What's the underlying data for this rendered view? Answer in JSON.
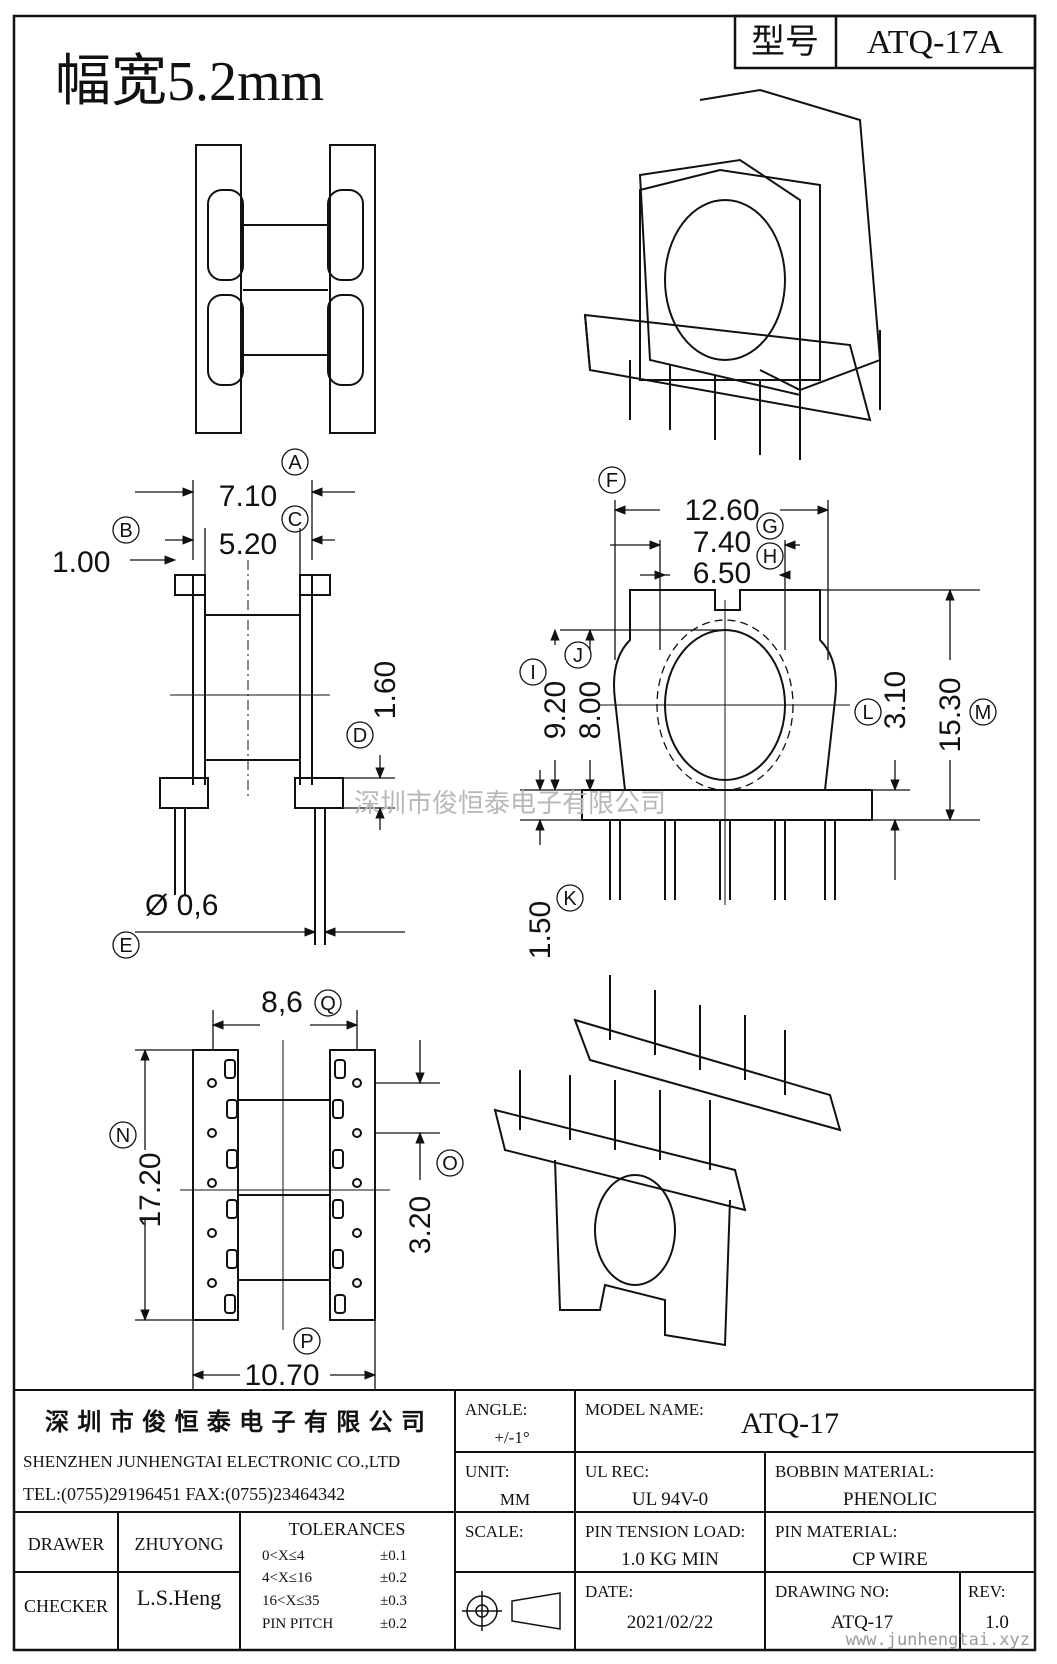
{
  "header": {
    "model_label": "型号",
    "model_value": "ATQ-17A",
    "width_note": "幅宽5.2mm"
  },
  "dimensions": {
    "side": {
      "d_7_10": "7.10",
      "d_5_20": "5.20",
      "d_1_00": "1.00",
      "d_1_60": "1.60",
      "d_pin": "Ø 0,6",
      "tag_A": "A",
      "tag_B": "B",
      "tag_C": "C",
      "tag_D": "D",
      "tag_E": "E"
    },
    "front": {
      "d_12_60": "12.60",
      "d_7_40": "7.40",
      "d_6_50": "6.50",
      "d_9_20": "9.20",
      "d_8_00": "8.00",
      "d_3_10": "3.10",
      "d_15_30": "15.30",
      "d_1_50": "1.50",
      "tag_F": "F",
      "tag_G": "G",
      "tag_H": "H",
      "tag_I": "I",
      "tag_J": "J",
      "tag_K": "K",
      "tag_L": "L",
      "tag_M": "M"
    },
    "bottom": {
      "d_8_6": "8,6",
      "d_17_20": "17.20",
      "d_3_20": "3.20",
      "d_10_70": "10.70",
      "tag_N": "N",
      "tag_O": "O",
      "tag_P": "P",
      "tag_Q": "Q"
    }
  },
  "watermark": "深圳市俊恒泰电子有限公司",
  "title_block": {
    "company_cn": "深 圳 市 俊 恒 泰 电 子 有 限 公 司",
    "company_en": "SHENZHEN JUNHENGTAI ELECTRONIC CO.,LTD",
    "contact": "TEL:(0755)29196451 FAX:(0755)23464342",
    "drawer_label": "DRAWER",
    "drawer_value": "ZHUYONG",
    "checker_label": "CHECKER",
    "checker_value": "L.S.Heng",
    "tolerances_title": "TOLERANCES",
    "tolerances": [
      {
        "range": "0<X≤4",
        "value": "±0.1"
      },
      {
        "range": "4<X≤16",
        "value": "±0.2"
      },
      {
        "range": "16<X≤35",
        "value": "±0.3"
      },
      {
        "range": "PIN PITCH",
        "value": "±0.2"
      }
    ],
    "angle_label": "ANGLE:",
    "angle_value": "+/-1°",
    "unit_label": "UNIT:",
    "unit_value": "MM",
    "scale_label": "SCALE:",
    "model_name_label": "MODEL NAME:",
    "model_name_value": "ATQ-17",
    "ul_label": "UL REC:",
    "ul_value": "UL 94V-0",
    "bobbin_label": "BOBBIN MATERIAL:",
    "bobbin_value": "PHENOLIC",
    "pin_tension_label": "PIN TENSION LOAD:",
    "pin_tension_value": "1.0 KG MIN",
    "pin_material_label": "PIN MATERIAL:",
    "pin_material_value": "CP WIRE",
    "date_label": "DATE:",
    "date_value": "2021/02/22",
    "drawing_no_label": "DRAWING NO:",
    "drawing_no_value": "ATQ-17",
    "rev_label": "REV:",
    "rev_value": "1.0",
    "website": "www.junhengtai.xyz"
  }
}
